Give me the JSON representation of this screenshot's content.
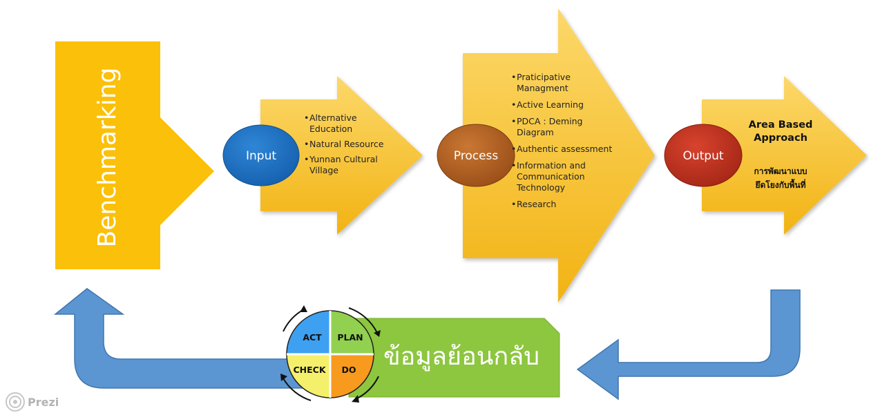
{
  "diagram": {
    "benchmarking_label": "Benchmarking",
    "input": {
      "label": "Input",
      "items": [
        "Alternative Education",
        "Natural Resource",
        "Yunnan Cultural Village"
      ]
    },
    "process": {
      "label": "Process",
      "items": [
        "Praticipative Managment",
        "Active Learning",
        "PDCA :  Deming Diagram",
        "Authentic assessment",
        " Information and Communication Technology",
        "Research"
      ]
    },
    "output": {
      "label": "Output",
      "title_line1": "Area Based",
      "title_line2": "Approach",
      "thai_line1": "การพัฒนาแบบ",
      "thai_line2": "ยึดโยงกับพื้นที่"
    },
    "feedback_label": "ข้อมูลย้อนกลับ",
    "pdca": {
      "act": "ACT",
      "plan": "PLAN",
      "check": "CHECK",
      "do": "DO"
    },
    "watermark": "Prezi"
  },
  "colors": {
    "yellow": "#fbc00a",
    "arrow_light": "#fcd86a",
    "arrow_dark": "#f2b313",
    "input_blue": "#1a6fc4",
    "process_brown": "#b4601f",
    "output_red": "#c0301f",
    "feedback_green": "#8dc63f",
    "return_blue": "#5b96d2",
    "pdca_act": "#3ea0f0",
    "pdca_plan": "#92d050",
    "pdca_check": "#f5f06b",
    "pdca_do": "#f79a1e"
  }
}
